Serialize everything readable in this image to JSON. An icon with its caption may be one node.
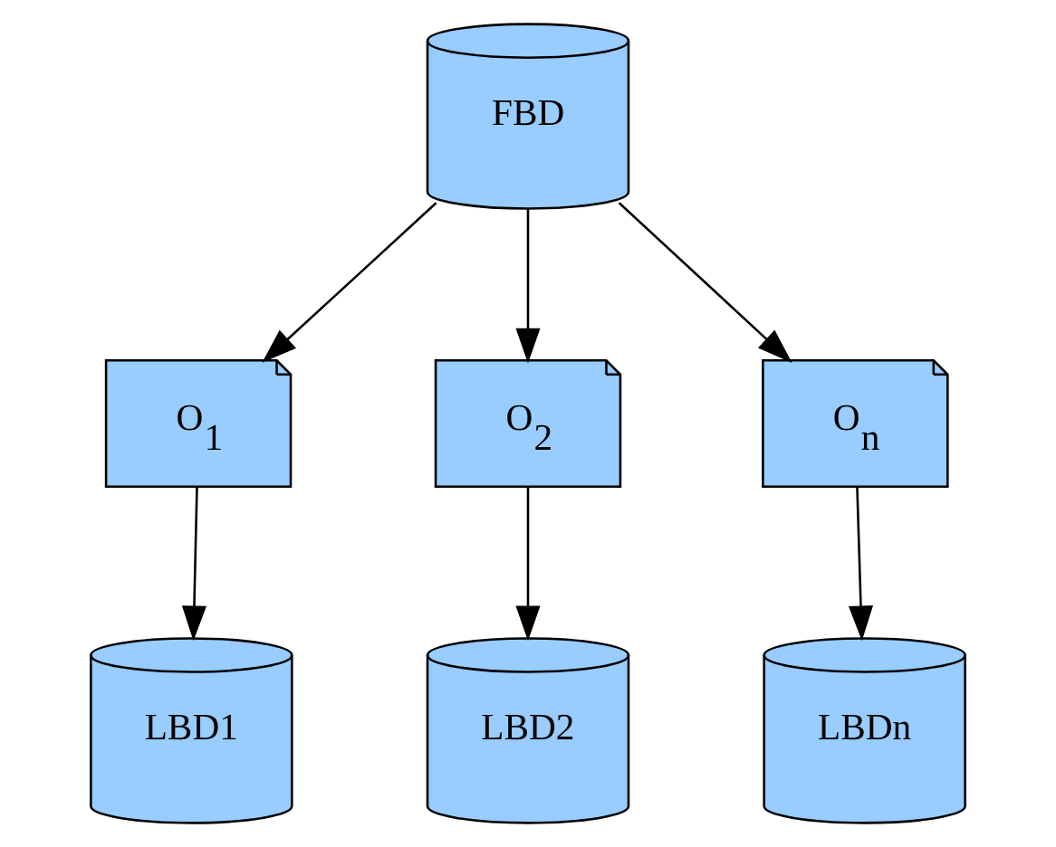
{
  "diagram": {
    "nodes": [
      {
        "text": [
          "FBD"
        ]
      },
      {
        "text": [
          "O$_{1}$"
        ]
      },
      {
        "text": [
          "O$_{2}$"
        ]
      },
      {
        "text": [
          "O$_{n}$"
        ]
      },
      {
        "text": [
          "LBD1"
        ]
      },
      {
        "text": [
          "LBD2"
        ]
      },
      {
        "text": [
          "LBDn"
        ]
      }
    ],
    "edges": [
      {
        "from": 0,
        "to": 1,
        "arrow": "to"
      },
      {
        "from": 0,
        "to": 2,
        "arrow": "to"
      },
      {
        "from": 0,
        "to": 3,
        "arrow": "to"
      },
      {
        "from": 1,
        "to": 4,
        "arrow": "to"
      },
      {
        "from": 2,
        "to": 5,
        "arrow": "to"
      },
      {
        "from": 3,
        "to": 6,
        "arrow": "to"
      }
    ]
  }
}
